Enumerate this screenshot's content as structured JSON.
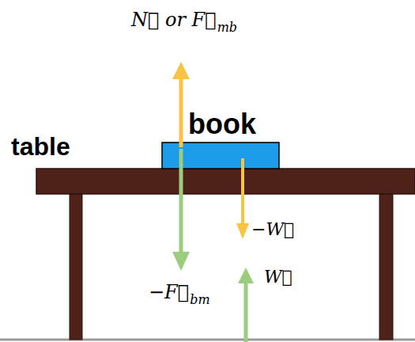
{
  "diagram": {
    "nodes": [
      {
        "text": [
          "table"
        ]
      },
      {
        "text": [
          "book"
        ]
      }
    ],
    "labels": [
      "N⃗ or F⃗",
      "mb",
      "−W⃗",
      "−F⃗",
      "bm",
      "W⃗"
    ]
  }
}
